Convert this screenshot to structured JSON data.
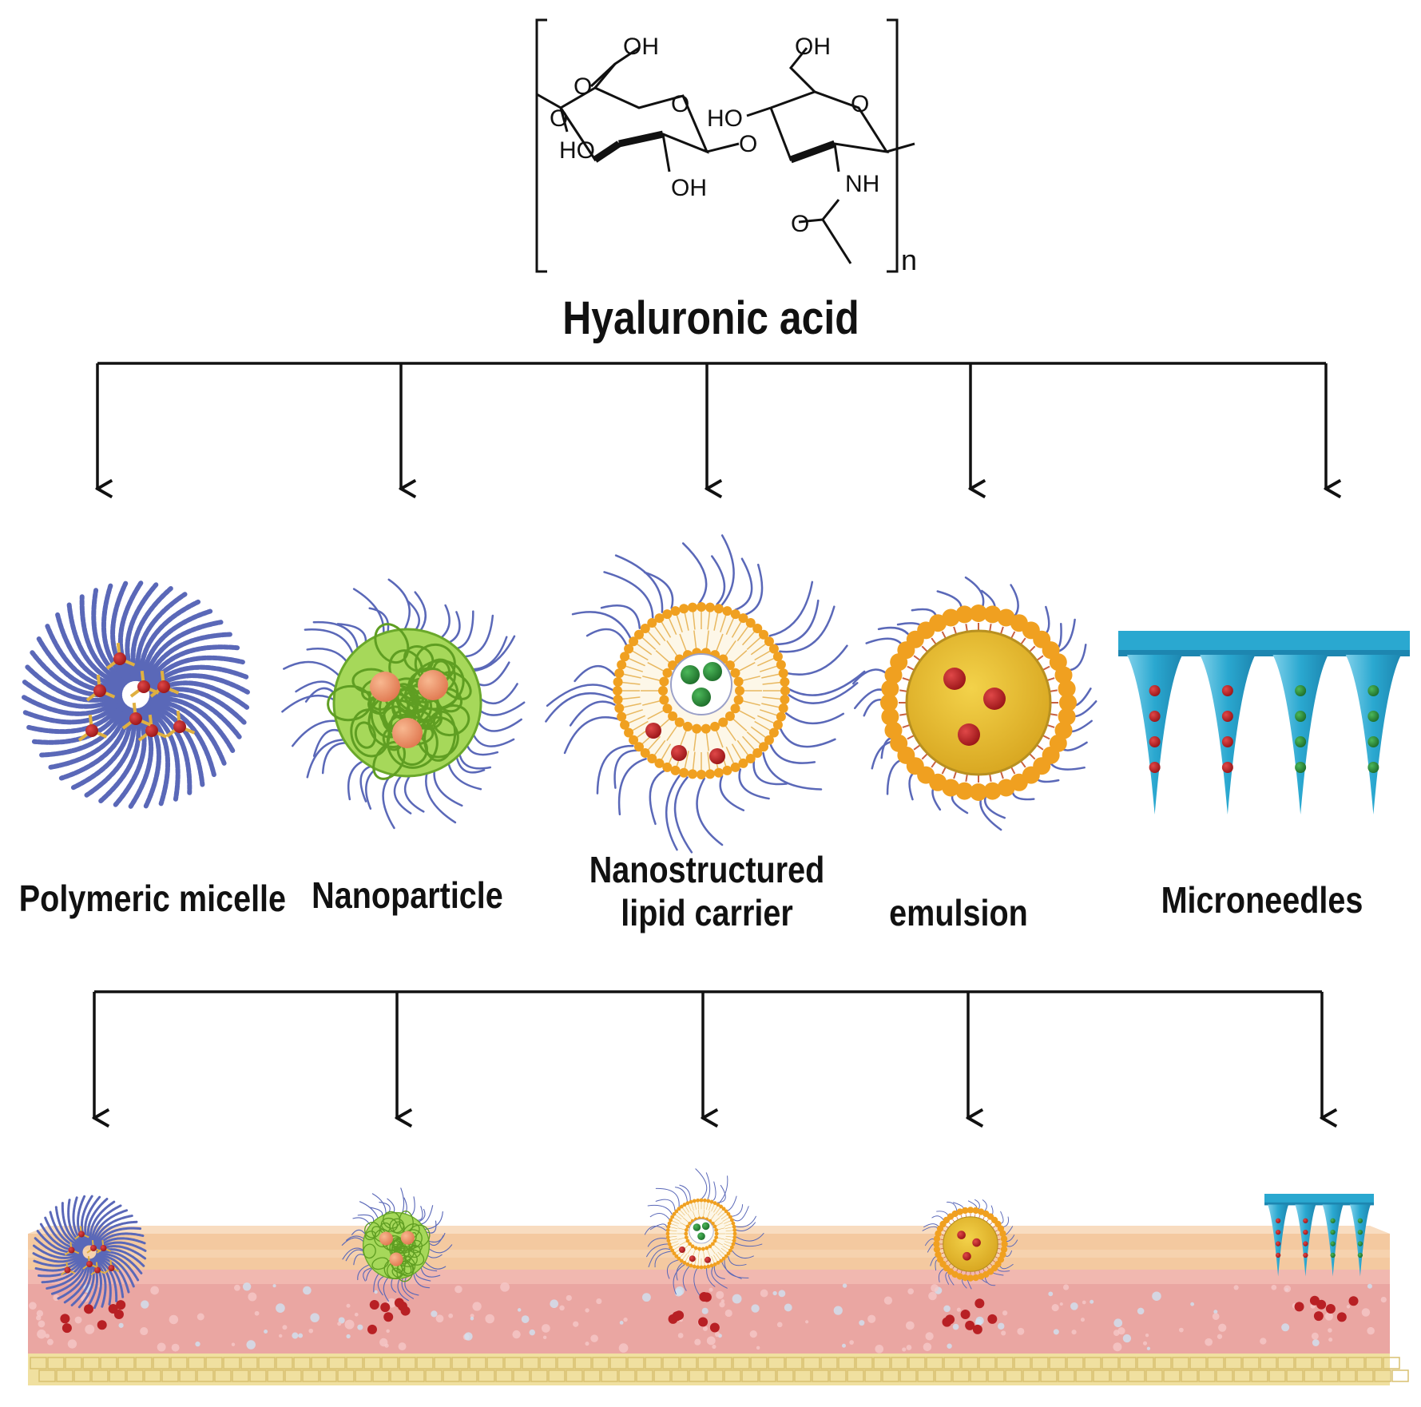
{
  "title": "Hyaluronic acid",
  "chemistry": {
    "groups": [
      "OH",
      "O",
      "O",
      "O",
      "HO",
      "OH",
      "O",
      "OH",
      "HO",
      "O",
      "NH",
      "O"
    ],
    "repeat_subscript": "n"
  },
  "carriers": [
    {
      "id": "polymeric-micelle",
      "label": "Polymeric micelle"
    },
    {
      "id": "nanoparticle",
      "label": "Nanoparticle"
    },
    {
      "id": "nlc",
      "label_line1": "Nanostructured",
      "label_line2": "lipid carrier"
    },
    {
      "id": "emulsion",
      "label": "emulsion"
    },
    {
      "id": "microneedles",
      "label": "Microneedles"
    }
  ],
  "colors": {
    "polymer": "#5a68b8",
    "crosslink": "#e0b040",
    "drug_red": "#b82024",
    "nano_core": "#8cc83a",
    "nano_load": "#f0956a",
    "lipid": "#f0a020",
    "lipid_core": "#fdf7e8",
    "drug_green": "#2a8a3a",
    "emulsion_core": "#e8c030",
    "needle": "#2aa8d0",
    "skin_top": "#f4c9a0",
    "skin_dermis": "#eaa0a0",
    "skin_base": "#f0e0a0"
  }
}
